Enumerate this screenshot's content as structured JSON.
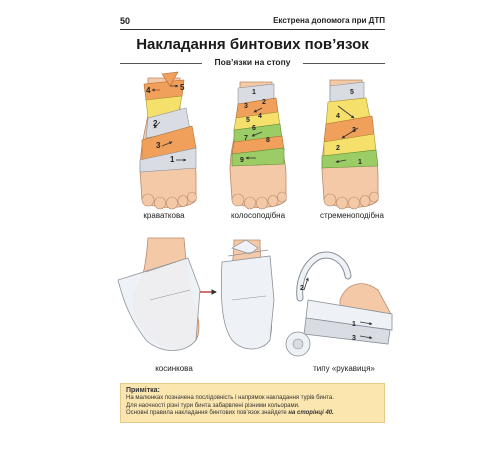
{
  "header": {
    "page_number": "50",
    "section": "Екстрена допомога при ДТП"
  },
  "title": "Накладання бинтових пов’язок",
  "subtitle": "Пов’язки на стопу",
  "bandages": [
    {
      "label": "краваткова"
    },
    {
      "label": "колосоподібна"
    },
    {
      "label": "стременоподібна"
    },
    {
      "label": "косинкова"
    },
    {
      "label": "типу «рукавиця»"
    }
  ],
  "labels": {
    "cravat": [
      "1",
      "2",
      "3",
      "4",
      "5"
    ],
    "spica": [
      "1",
      "2",
      "3",
      "4",
      "5",
      "6",
      "7",
      "8",
      "9"
    ],
    "stirrup": [
      "1",
      "2",
      "3",
      "4",
      "5"
    ],
    "mitten": [
      "1",
      "2",
      "3"
    ]
  },
  "note": {
    "title": "Примітка:",
    "line1": "На малюнках позначена послідовність і напрямок накладання турів бинта.",
    "line2": "Для наочності різні тури бинта забарвлені різними кольорами.",
    "line3_prefix": "Основні правила накладання бинтових пов’язок знайдете",
    "line3_ref": "на сторінці 40."
  },
  "colors": {
    "accent_red": "#c0392b",
    "note_bg": "#fbe6b0",
    "skin": "#f3c9a8",
    "bandage_orange": "#f0a05a",
    "bandage_yellow": "#f4e06a",
    "bandage_green": "#9ccc65",
    "bandage_grey": "#d9dde3"
  }
}
